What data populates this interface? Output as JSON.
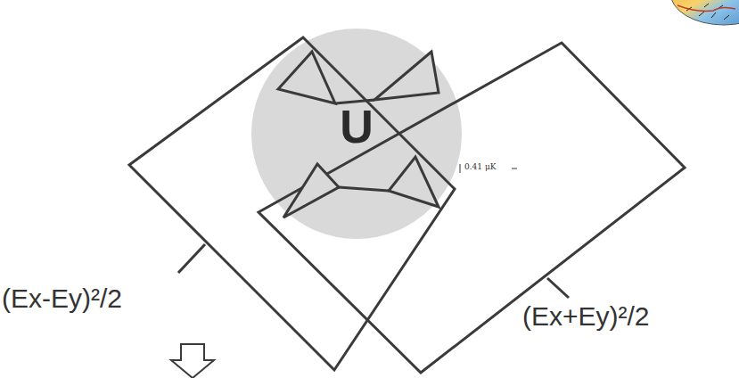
{
  "diagram": {
    "nodes": [
      {
        "text": [
          "U"
        ]
      }
    ],
    "labels": [
      "(Ex-Ey)²/2",
      "(Ex+Ey)²/2",
      "0.41 μK"
    ]
  }
}
